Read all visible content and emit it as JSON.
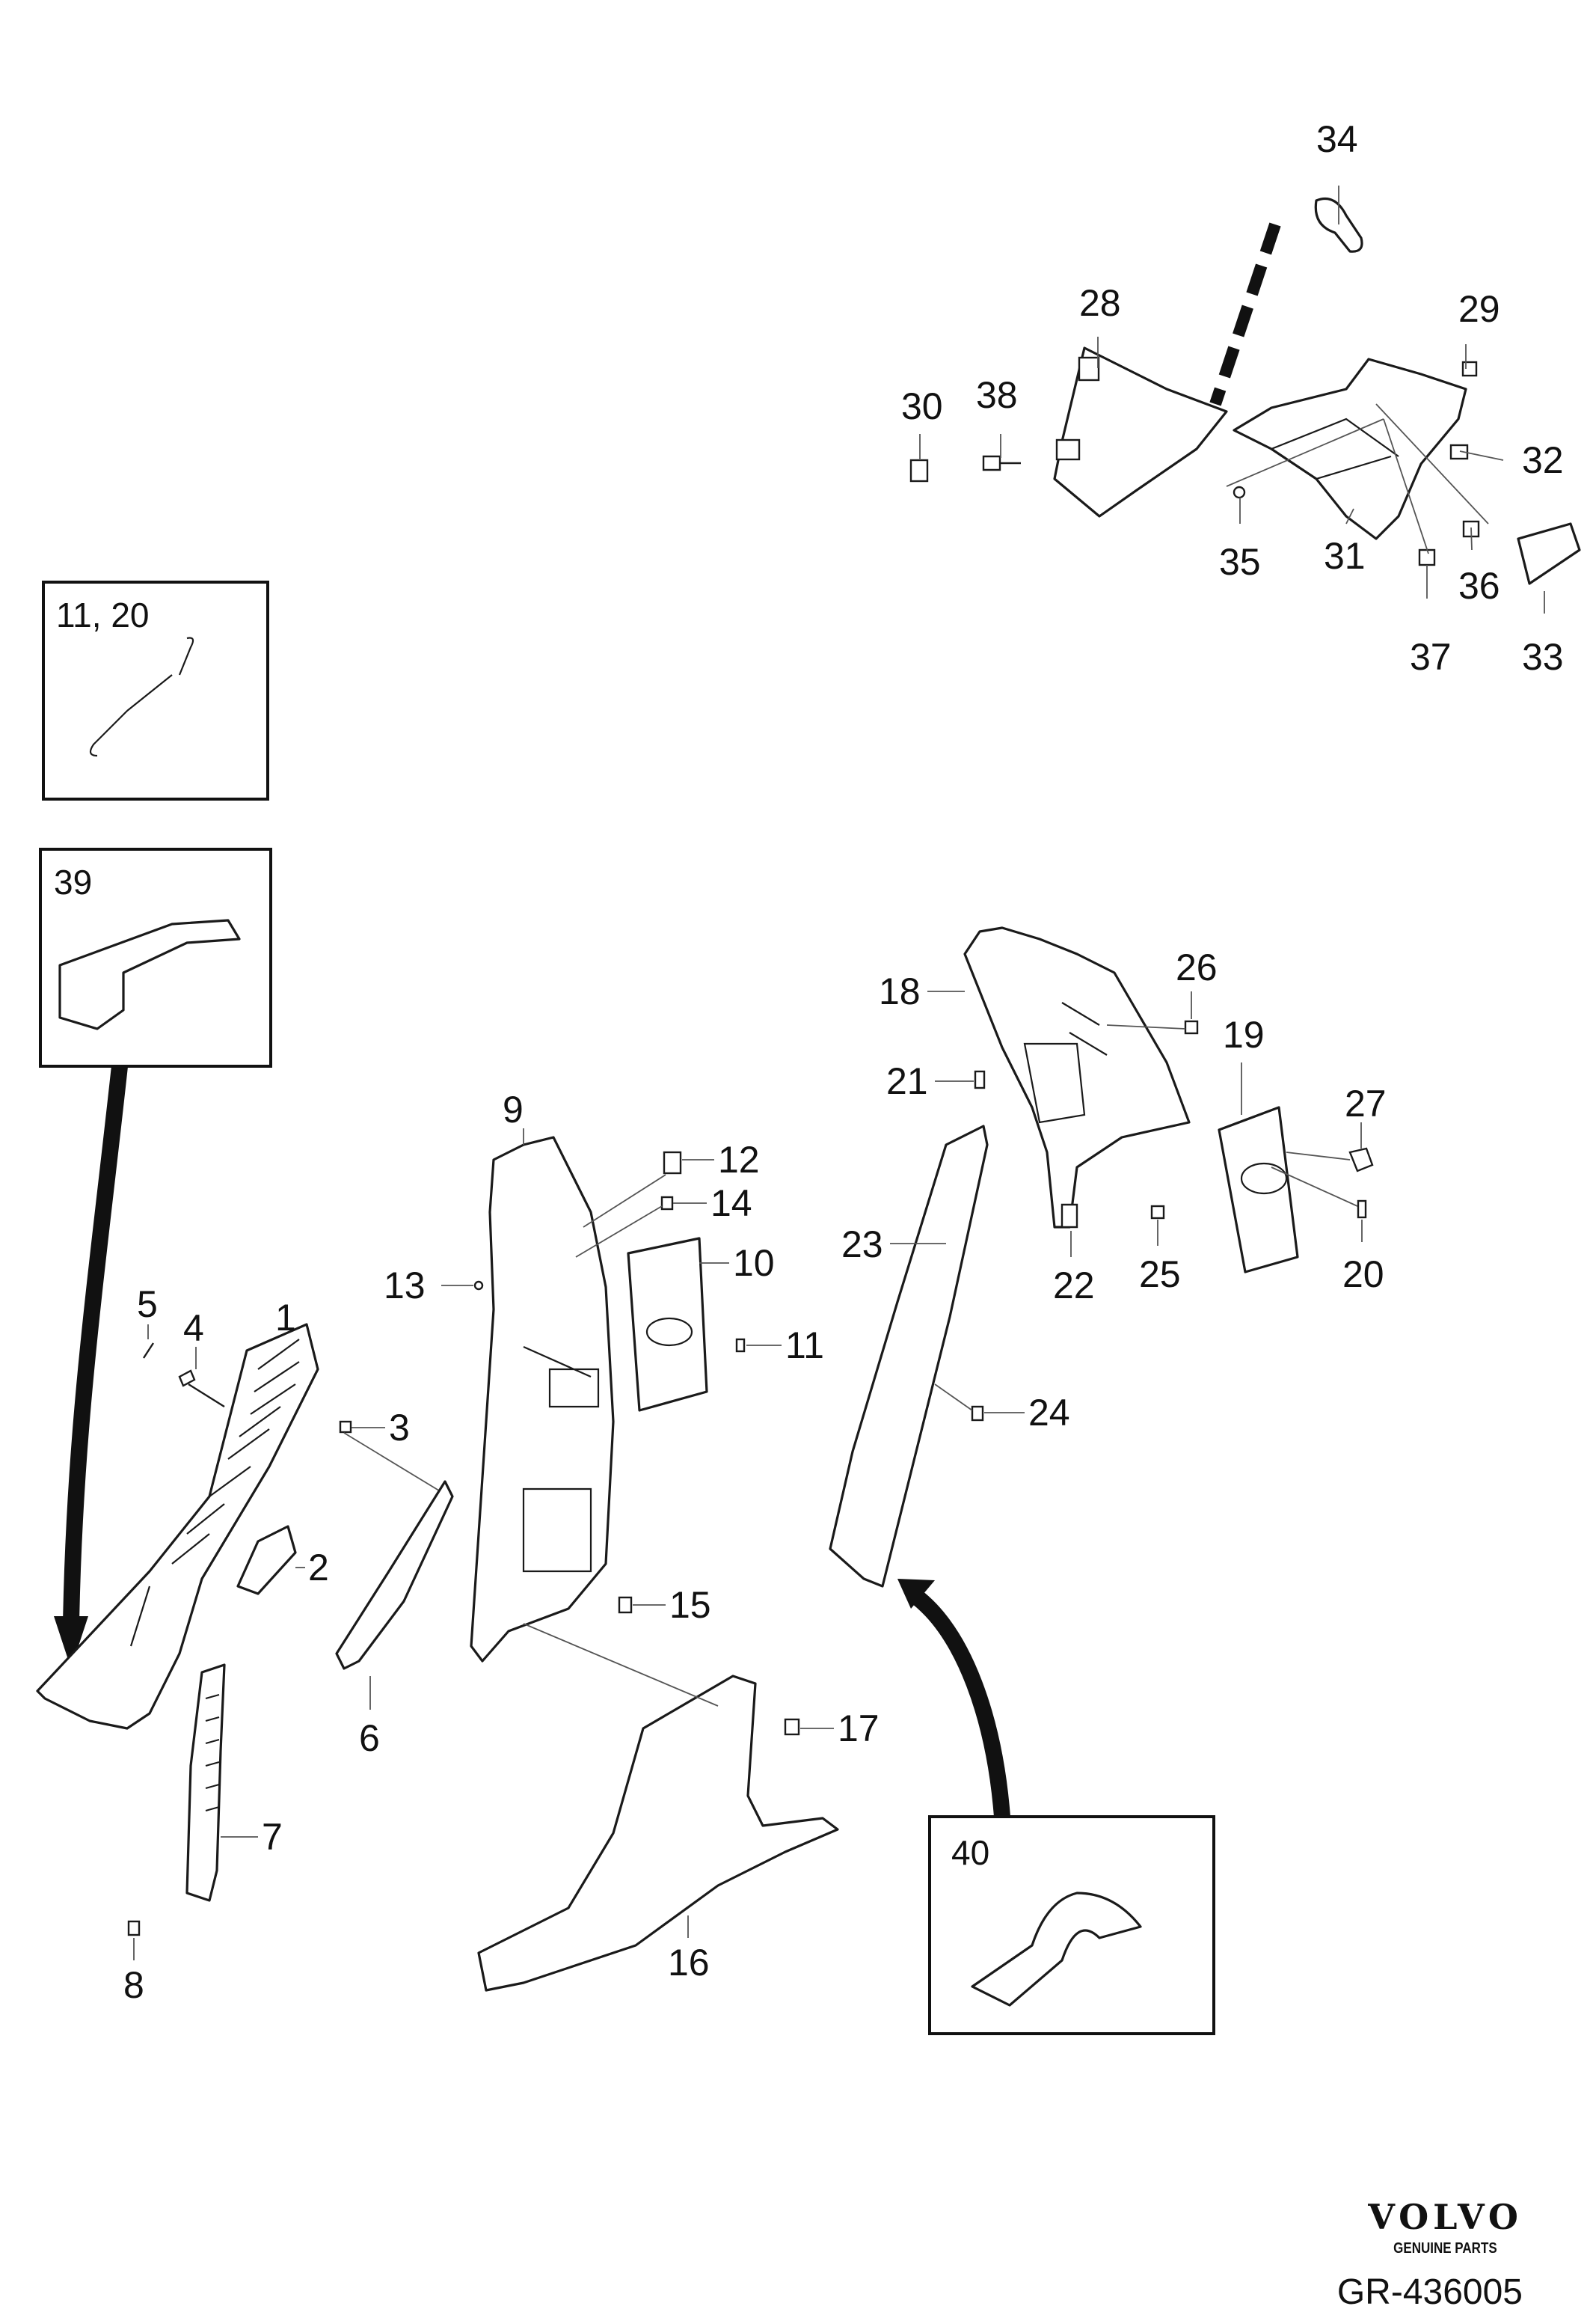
{
  "callouts": {
    "c1": "1",
    "c2": "2",
    "c3": "3",
    "c4": "4",
    "c5": "5",
    "c6": "6",
    "c7": "7",
    "c8": "8",
    "c9": "9",
    "c10": "10",
    "c11": "11",
    "c12": "12",
    "c13": "13",
    "c14": "14",
    "c15": "15",
    "c16": "16",
    "c17": "17",
    "c18": "18",
    "c19": "19",
    "c20": "20",
    "c21": "21",
    "c22": "22",
    "c23": "23",
    "c24": "24",
    "c25": "25",
    "c26": "26",
    "c27": "27",
    "c28": "28",
    "c29": "29",
    "c30": "30",
    "c31": "31",
    "c32": "32",
    "c33": "33",
    "c34": "34",
    "c35": "35",
    "c36": "36",
    "c37": "37",
    "c38": "38"
  },
  "insets": {
    "spring_box": "11, 20",
    "trim_box": "39",
    "tape_box": "40"
  },
  "brand": {
    "name": "VOLVO",
    "subtitle": "GENUINE PARTS",
    "diagram_code": "GR-436005"
  }
}
